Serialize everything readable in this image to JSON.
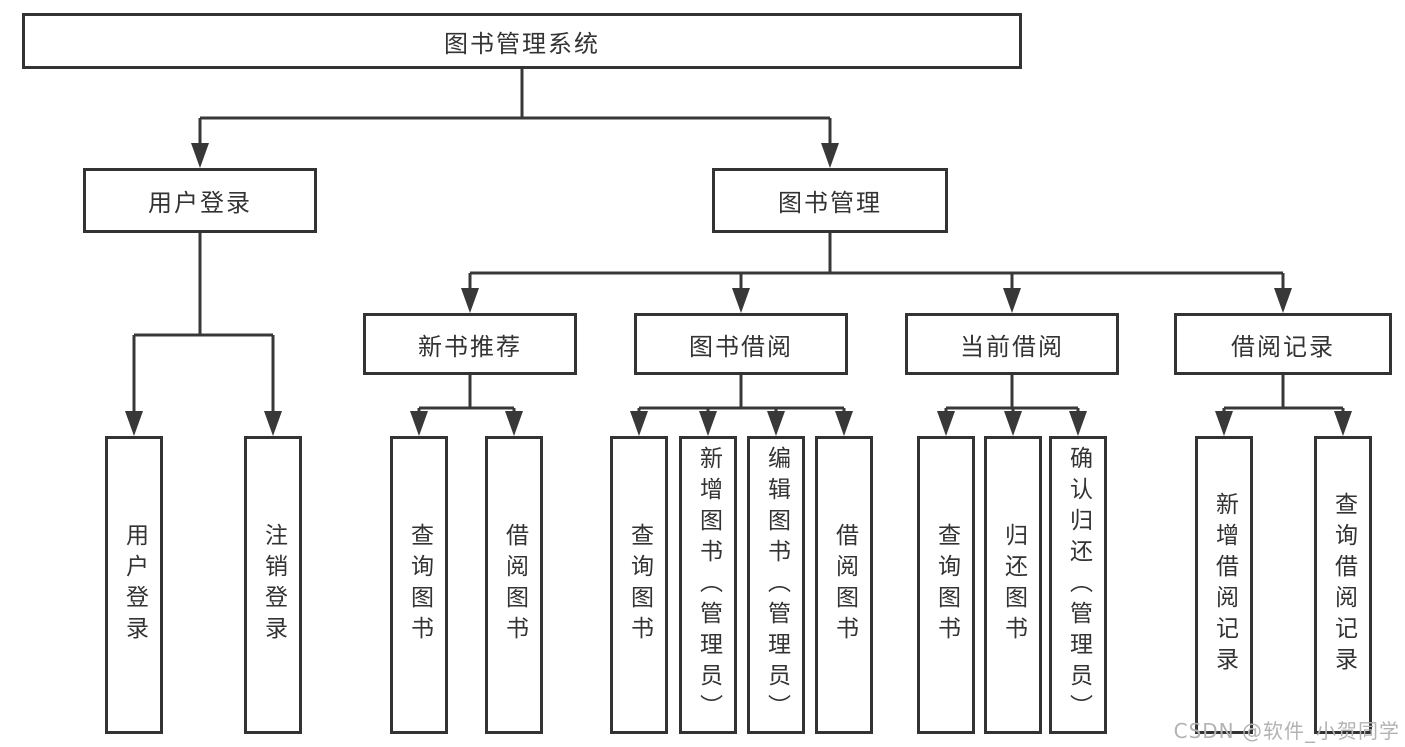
{
  "diagram": {
    "root": {
      "label": "图书管理系统"
    },
    "children": [
      {
        "label": "用户登录",
        "children": [
          {
            "label": "用户登录"
          },
          {
            "label": "注销登录"
          }
        ]
      },
      {
        "label": "图书管理",
        "children": [
          {
            "label": "新书推荐",
            "children": [
              {
                "label": "查询图书"
              },
              {
                "label": "借阅图书"
              }
            ]
          },
          {
            "label": "图书借阅",
            "children": [
              {
                "label": "查询图书"
              },
              {
                "label": "新增图书（管理员）"
              },
              {
                "label": "编辑图书（管理员）"
              },
              {
                "label": "借阅图书"
              }
            ]
          },
          {
            "label": "当前借阅",
            "children": [
              {
                "label": "查询图书"
              },
              {
                "label": "归还图书"
              },
              {
                "label": "确认归还（管理员）"
              }
            ]
          },
          {
            "label": "借阅记录",
            "children": [
              {
                "label": "新增借阅记录"
              },
              {
                "label": "查询借阅记录"
              }
            ]
          }
        ]
      }
    ]
  },
  "watermark": {
    "text": "CSDN @软件_小贺同学"
  },
  "colors": {
    "line": "#383838",
    "box_border": "#333333",
    "text": "#333333",
    "watermark": "#b3b3b3",
    "background": "#ffffff"
  }
}
